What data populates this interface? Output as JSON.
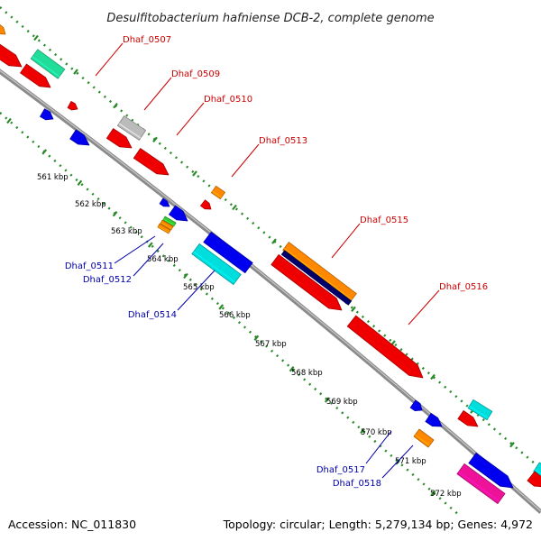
{
  "header": {
    "title": "Desulfitobacterium hafniense DCB-2, complete genome"
  },
  "footer": {
    "accession": "Accession: NC_011830",
    "topology": "Topology: circular; Length: 5,279,134 bp; Genes: 4,972"
  },
  "colors": {
    "forward_label": "#cc0000",
    "reverse_label": "#0000aa",
    "backbone": "#8a8a8a",
    "ticks": "#2a8a2a"
  },
  "kbp_ticks": [
    "561 kbp",
    "562 kbp",
    "563 kbp",
    "564 kbp",
    "565 kbp",
    "566 kbp",
    "567 kbp",
    "568 kbp",
    "569 kbp",
    "570 kbp",
    "571 kbp",
    "572 kbp"
  ],
  "gene_labels": {
    "forward": [
      "Dhaf_0507",
      "Dhaf_0509",
      "Dhaf_0510",
      "Dhaf_0513",
      "Dhaf_0515",
      "Dhaf_0516"
    ],
    "reverse": [
      "Dhaf_0511",
      "Dhaf_0512",
      "Dhaf_0514",
      "Dhaf_0517",
      "Dhaf_0518"
    ]
  }
}
